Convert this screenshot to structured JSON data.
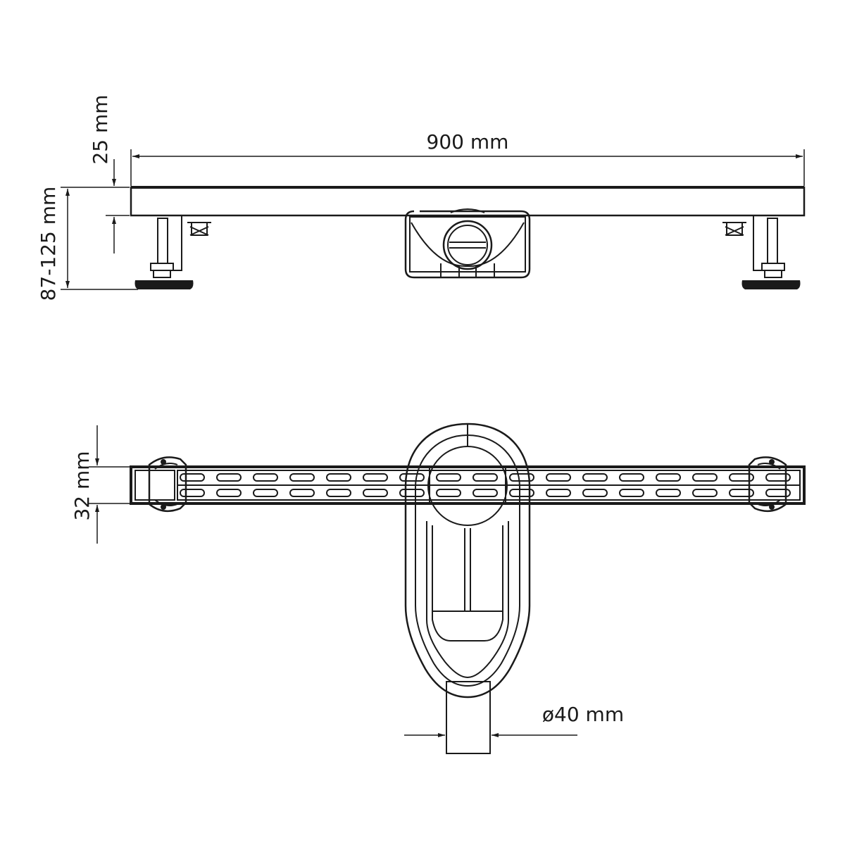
{
  "dimensions": {
    "length": "900 mm",
    "grate_height": "25 mm",
    "leg_height": "87-125 mm",
    "width": "32 mm",
    "outlet_diameter": "ø40 mm"
  },
  "colors": {
    "line": "#1a1a1a",
    "background": "#ffffff"
  }
}
